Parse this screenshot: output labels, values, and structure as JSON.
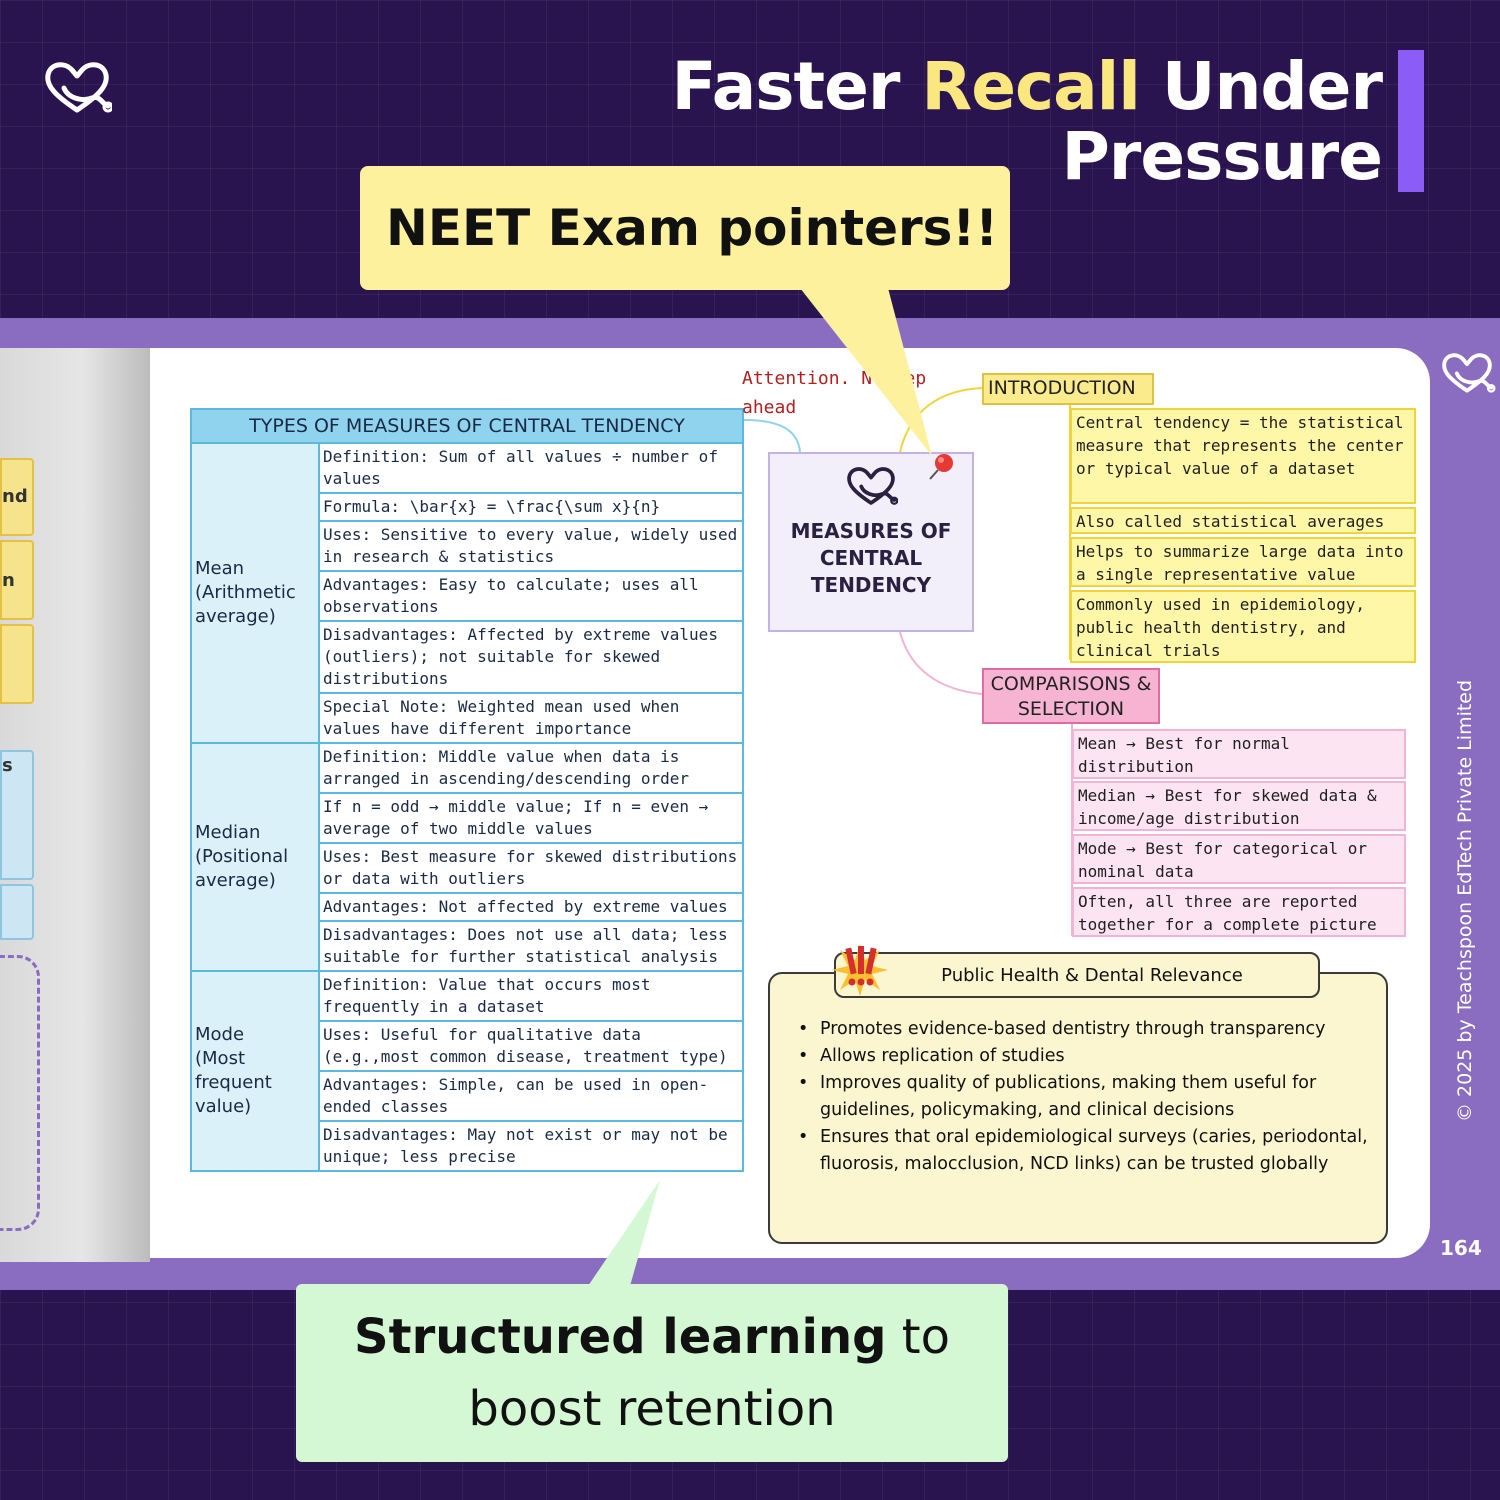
{
  "header": {
    "title_part1": "Faster ",
    "title_highlight": "Recall",
    "title_part2": " Under",
    "title_line2": "Pressure",
    "logo_icon": "heart-stethoscope-icon"
  },
  "callouts": {
    "top": "NEET Exam pointers!!",
    "bottom_bold": "Structured learning",
    "bottom_rest": " to",
    "bottom_line2": "boost retention"
  },
  "left_page": {
    "card1_text": "nd",
    "card2_text": "n",
    "card4_text": "s"
  },
  "table": {
    "title": "TYPES OF MEASURES OF CENTRAL TENDENCY",
    "rows": [
      {
        "category": "Mean\n(Arithmetic\naverage)",
        "points": [
          "Definition: Sum of all values ÷ number of values",
          "Formula: \\bar{x} = \\frac{\\sum x}{n}",
          "Uses: Sensitive to every value, widely used in research & statistics",
          "Advantages: Easy to calculate; uses all observations",
          "Disadvantages: Affected by extreme values (outliers); not suitable for skewed distributions",
          "Special Note: Weighted mean used when values have different importance"
        ]
      },
      {
        "category": "Median\n(Positional\naverage)",
        "points": [
          "Definition: Middle value when data is arranged in ascending/descending order",
          "If n = odd → middle value; If n = even → average of two middle values",
          "Uses: Best measure for skewed distributions or data with outliers",
          "Advantages: Not affected by extreme values",
          "Disadvantages: Does not use all data; less suitable for further statistical analysis"
        ]
      },
      {
        "category": "Mode\n(Most\nfrequent\nvalue)",
        "points": [
          "Definition: Value that occurs most frequently in a dataset",
          "Uses: Useful for qualitative data (e.g.,most common disease, treatment type)",
          "Advantages: Simple, can be used in open-ended classes",
          "Disadvantages: May not exist or may not be unique; less precise"
        ]
      }
    ]
  },
  "mindmap": {
    "attention_note": "Attention. N   prep\nahead",
    "center_title": "MEASURES OF\nCENTRAL\nTENDENCY",
    "center_icon": "heart-stethoscope-icon",
    "pin_icon": "pushpin-icon",
    "introduction": {
      "label": "INTRODUCTION",
      "leaves": [
        "Central tendency = the statistical measure that represents the center or typical value of a dataset",
        "Also called statistical averages",
        "Helps to summarize large data into a single representative value",
        "Commonly used in epidemiology, public health dentistry, and clinical trials"
      ]
    },
    "comparisons": {
      "label": "COMPARISONS & SELECTION",
      "leaves": [
        "Mean → Best for normal distribution",
        "Median → Best for skewed data & income/age distribution",
        "Mode → Best for categorical or nominal data",
        "Often, all three are reported together for a complete picture"
      ]
    }
  },
  "relevance": {
    "title": "Public Health & Dental Relevance",
    "icon": "alert-burst-icon",
    "bullets": [
      "Promotes evidence-based dentistry through transparency",
      "Allows replication of studies",
      "Improves quality of publications, making them useful for guidelines, policymaking, and clinical decisions",
      "Ensures that oral epidemiological surveys (caries, periodontal, fluorosis, malocclusion, NCD links) can be trusted globally"
    ]
  },
  "footer": {
    "copyright": "© 2025 by Teachspoon EdTech Private Limited",
    "page_number": "164"
  },
  "colors": {
    "background": "#2a1450",
    "accent_purple": "#8b5cf6",
    "headline_highlight": "#fbe77f",
    "callout_yellow": "#fdf19e",
    "callout_green": "#d4f8d4",
    "table_header": "#8fd3ee",
    "intro_yellow": "#fbeb8c",
    "comparison_pink": "#f6b4d2"
  }
}
